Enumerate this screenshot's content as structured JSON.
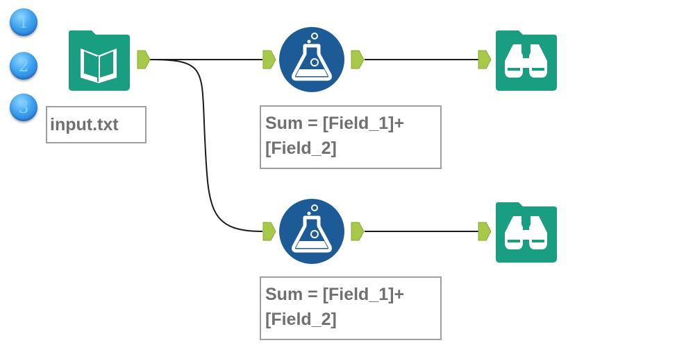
{
  "badges": [
    "1",
    "2",
    "3"
  ],
  "tools": {
    "input": {
      "icon": "book-icon",
      "annotation": "input.txt"
    },
    "formula_top": {
      "icon": "flask-icon",
      "annotation": "Sum = [Field_1]+ [Field_2]"
    },
    "formula_bottom": {
      "icon": "flask-icon",
      "annotation": "Sum = [Field_1]+ [Field_2]"
    },
    "browse_top": {
      "icon": "binoculars-icon"
    },
    "browse_bottom": {
      "icon": "binoculars-icon"
    }
  },
  "colors": {
    "tool_green": "#1a9e82",
    "tool_blue": "#1d5b96",
    "anchor_green": "#a8c84a",
    "wire": "#1a1a1a",
    "annotation_text": "#707070",
    "annotation_border": "#9e9e9e"
  }
}
